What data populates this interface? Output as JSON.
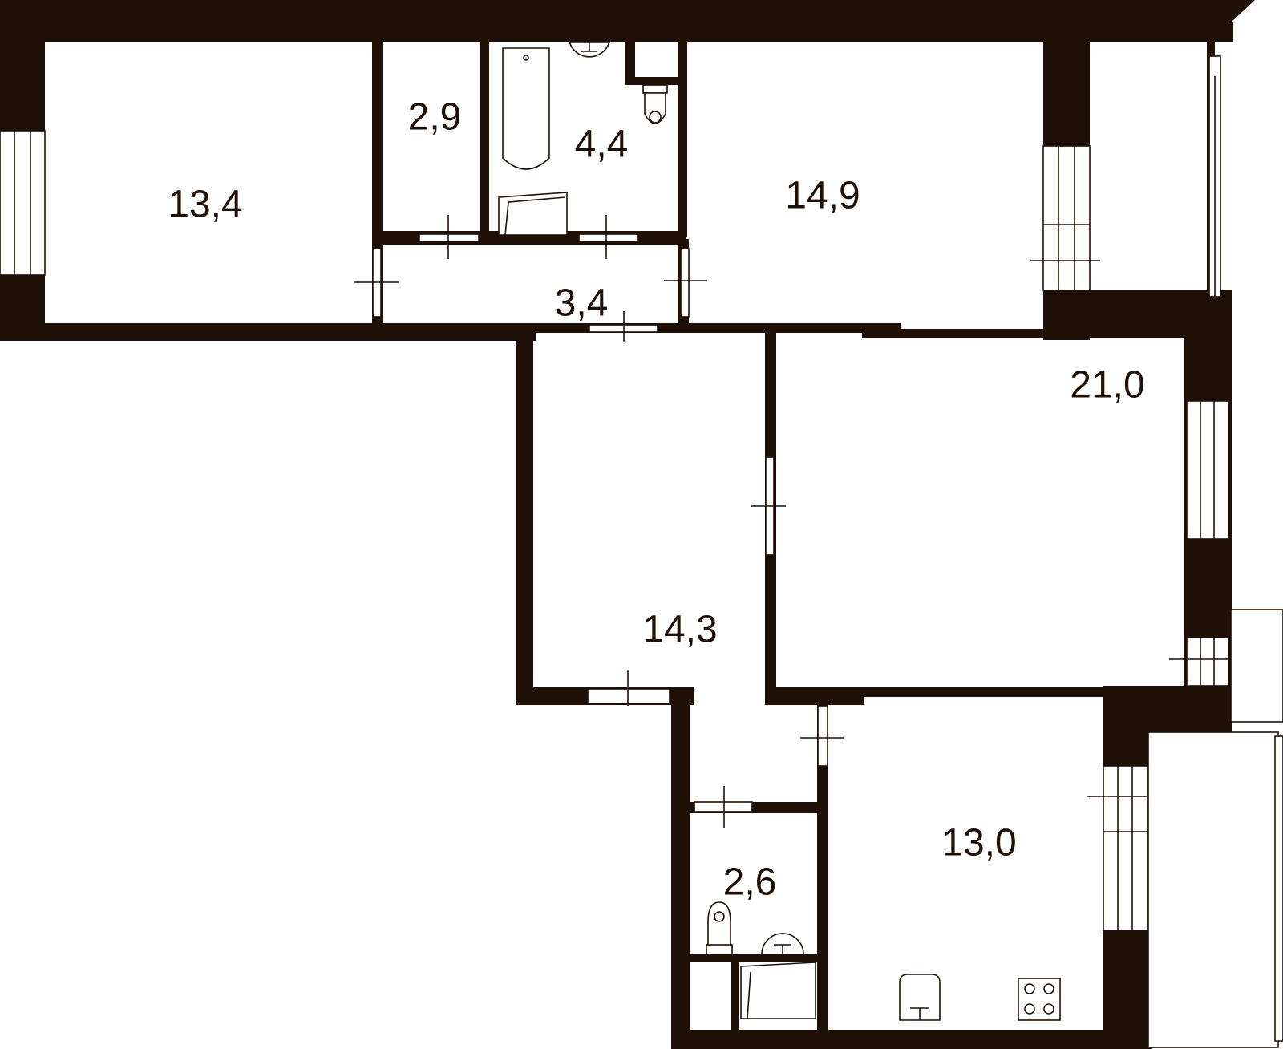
{
  "plan": {
    "colors": {
      "wall": "#1e0f07",
      "background": "#ffffff"
    },
    "rooms": [
      {
        "id": "room-1",
        "area": "13,4"
      },
      {
        "id": "room-2",
        "area": "2,9"
      },
      {
        "id": "room-3",
        "area": "4,4"
      },
      {
        "id": "room-4",
        "area": "14,9"
      },
      {
        "id": "room-5",
        "area": "3,4"
      },
      {
        "id": "room-6",
        "area": "21,0"
      },
      {
        "id": "room-7",
        "area": "14,3"
      },
      {
        "id": "room-8",
        "area": "13,0"
      },
      {
        "id": "room-9",
        "area": "2,6"
      }
    ]
  }
}
